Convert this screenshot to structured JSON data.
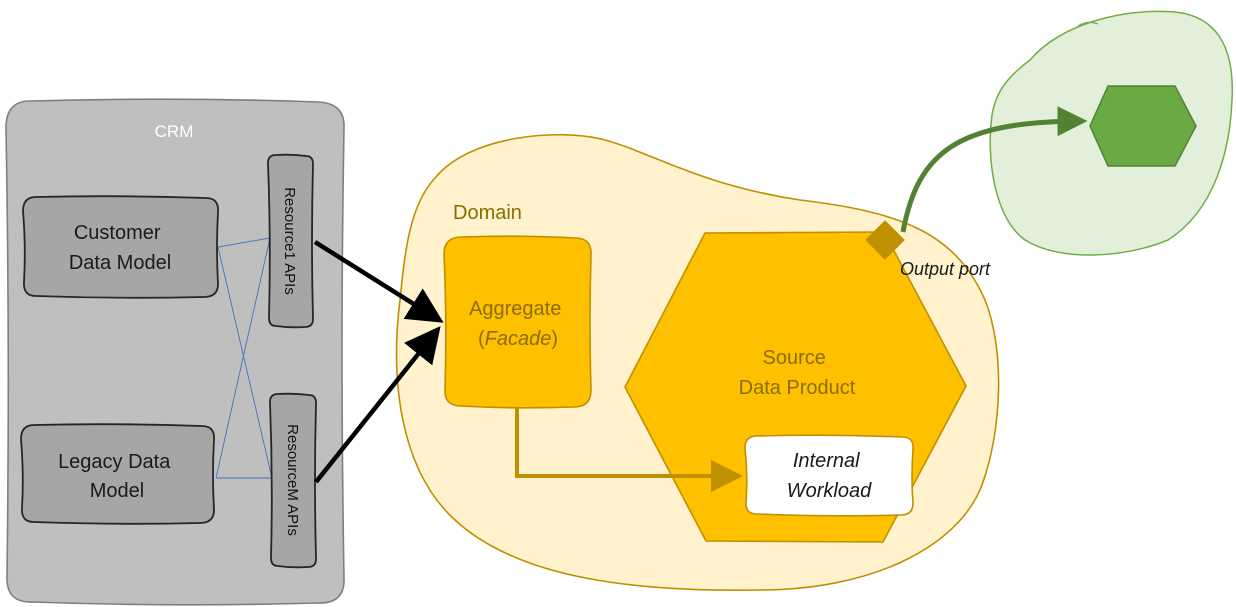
{
  "crm": {
    "title": "CRM",
    "customer_model": {
      "line1": "Customer",
      "line2": "Data Model"
    },
    "legacy_model": {
      "line1": "Legacy Data",
      "line2": "Model"
    },
    "resource1_api": "Resource1 APIs",
    "resourcem_api": "ResourceM APIs"
  },
  "domain": {
    "title": "Domain",
    "aggregate": {
      "line1": "Aggregate",
      "line2_open": "(",
      "line2_italic": "Facade",
      "line2_close": ")"
    },
    "source_product": {
      "line1": "Source",
      "line2": "Data Product"
    },
    "internal_workload": {
      "line1": "Internal",
      "line2": "Workload"
    },
    "output_port": "Output port"
  },
  "colors": {
    "crm_fill": "#bfbfbf",
    "crm_box": "#a6a6a6",
    "domain_fill": "#fff2cc",
    "domain_stroke": "#bf9000",
    "product_fill": "#ffc000",
    "port_fill": "#bf9000",
    "consumer_fill": "#e2efda",
    "consumer_stroke": "#70ad47",
    "consumer_hex": "#6aaa45",
    "consumer_arrow": "#548235",
    "link_blue": "#4472c4"
  }
}
